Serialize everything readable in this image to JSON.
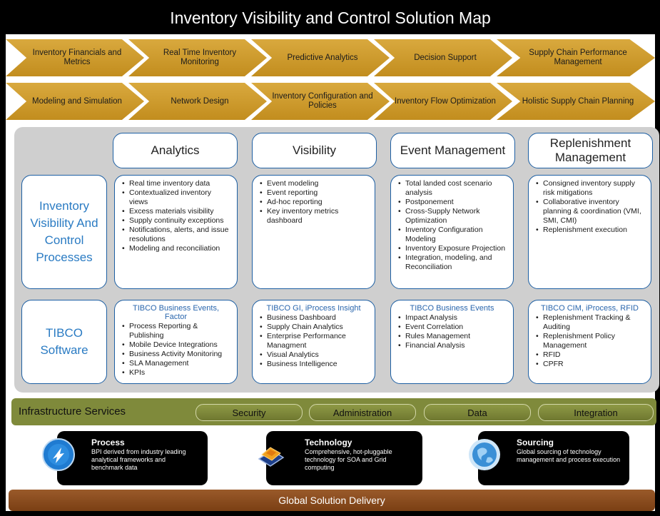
{
  "title": "Inventory Visibility and Control Solution Map",
  "arrows_row1": [
    "Inventory Financials and Metrics",
    "Real Time Inventory Monitoring",
    "Predictive Analytics",
    "Decision Support",
    "Supply Chain Performance Management"
  ],
  "arrows_row2": [
    "Modeling and Simulation",
    "Network Design",
    "Inventory Configuration and Policies",
    "Inventory Flow Optimization",
    "Holistic Supply Chain Planning"
  ],
  "headers": [
    "Analytics",
    "Visibility",
    "Event Management",
    "Replenishment Management"
  ],
  "row_labels": {
    "processes": "Inventory Visibility And Control Processes",
    "software": "TIBCO Software"
  },
  "processes": [
    [
      "Real time inventory data",
      "Contextualized inventory views",
      "Excess materials visibility",
      "Supply continuity exceptions",
      "Notifications, alerts, and issue resolutions",
      "Modeling and reconciliation"
    ],
    [
      "Event modeling",
      "Event reporting",
      "Ad-hoc reporting",
      "Key inventory metrics dashboard"
    ],
    [
      "Total landed cost scenario analysis",
      "Postponement",
      "Cross-Supply Network Optimization",
      "Inventory Configuration Modeling",
      "Inventory Exposure Projection",
      "Integration, modeling, and Reconciliation"
    ],
    [
      "Consigned inventory supply risk mitigations",
      "Collaborative inventory planning & coordination (VMI, SMI, CMI)",
      "Replenishment execution"
    ]
  ],
  "software": [
    {
      "title": "TIBCO Business Events, Factor",
      "items": [
        "Process Reporting & Publishing",
        "Mobile Device Integrations",
        "Business Activity Monitoring",
        "SLA Management",
        "KPIs"
      ]
    },
    {
      "title": "TIBCO GI, iProcess Insight",
      "items": [
        "Business Dashboard",
        "Supply Chain Analytics",
        "Enterprise Performance Managment",
        "Visual Analytics",
        "Business Intelligence"
      ]
    },
    {
      "title": "TIBCO Business Events",
      "items": [
        "Impact Analysis",
        "Event Correlation",
        "Rules Management",
        "Financial Analysis"
      ]
    },
    {
      "title": "TIBCO CIM, iProcess, RFID",
      "items": [
        "Replenishment Tracking & Auditing",
        "Replenishment Policy Management",
        "RFID",
        "CPFR"
      ]
    }
  ],
  "infrastructure": {
    "label": "Infrastructure Services",
    "services": [
      "Security",
      "Administration",
      "Data",
      "Integration"
    ]
  },
  "pillars": [
    {
      "title": "Process",
      "desc": "BPI derived from industry leading analytical frameworks and benchmark data",
      "icon": "process-icon"
    },
    {
      "title": "Technology",
      "desc": "Comprehensive, hot-pluggable technology for SOA and Grid computing",
      "icon": "chip-icon"
    },
    {
      "title": "Sourcing",
      "desc": "Global sourcing of technology management and process execution",
      "icon": "globe-icon"
    }
  ],
  "footer": "Global Solution Delivery",
  "colors": {
    "arrow": "#c99628",
    "infra": "#7f8a3b",
    "delivery": "#8a4a1f",
    "accent_blue": "#2a7bc3"
  }
}
